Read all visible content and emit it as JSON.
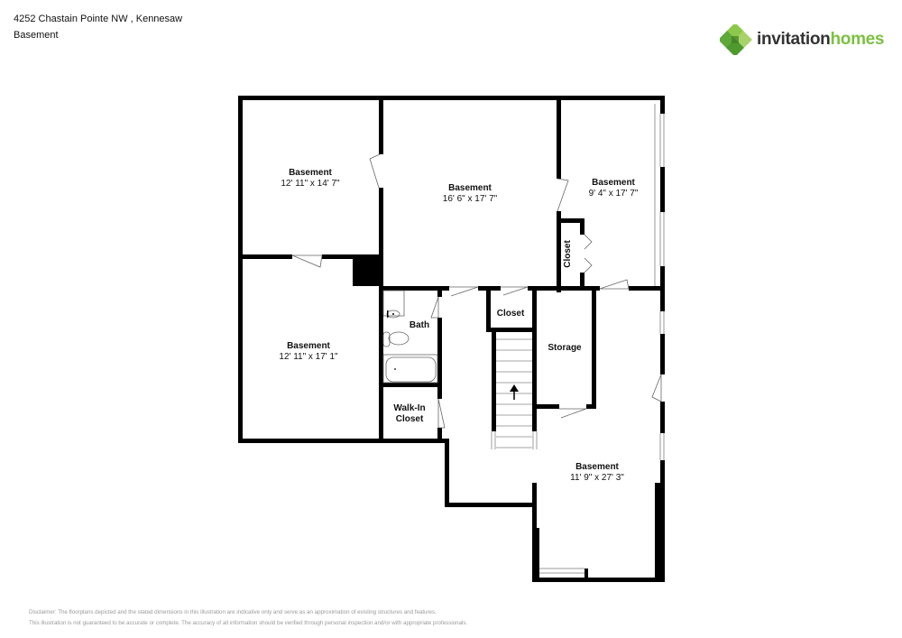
{
  "header": {
    "address": "4252 Chastain Pointe NW , Kennesaw",
    "level": "Basement"
  },
  "logo": {
    "icon": "clover-tile-icon",
    "word1": "invitation",
    "word2": "homes",
    "colors": {
      "dark": "#333333",
      "green": "#7cc142",
      "green_light": "#a8d26a",
      "green_dark": "#4e9a2e"
    }
  },
  "rooms": [
    {
      "name": "Basement",
      "dims": "12' 11\" x 14' 7\""
    },
    {
      "name": "Basement",
      "dims": "16' 6\" x 17' 7\""
    },
    {
      "name": "Basement",
      "dims": "9' 4\" x 17' 7\""
    },
    {
      "name": "Basement",
      "dims": "12' 11\" x 17' 1\""
    },
    {
      "name": "Basement",
      "dims": "11' 9\" x 27' 3\""
    },
    {
      "name": "Bath"
    },
    {
      "name": "Closet"
    },
    {
      "name": "Closet"
    },
    {
      "name": "Storage"
    },
    {
      "name": "Walk-In",
      "name2": "Closet"
    }
  ],
  "stairs": {
    "direction": "up",
    "icon": "arrow-up-icon"
  },
  "disclaimer": {
    "line1": "Disclaimer: The floorplans depicted and the stated dimensions in this illustration are indicative only and serve as an approximation of existing structures and features.",
    "line2": "This illustration is not guaranteed to be accurate or complete. The accuracy of all information should be verified through personal inspection and/or with appropriate professionals."
  }
}
